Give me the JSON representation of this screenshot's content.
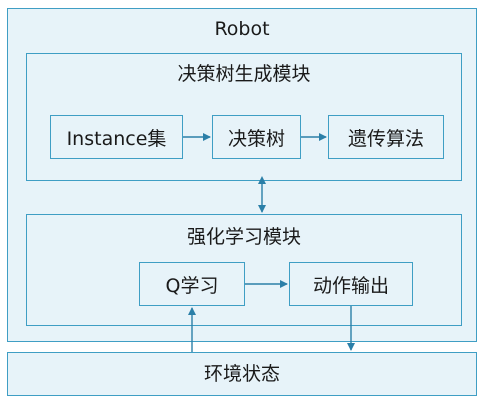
{
  "robot": {
    "title": "Robot"
  },
  "tree_module": {
    "title": "决策树生成模块",
    "steps": [
      "Instance集",
      "决策树",
      "遗传算法"
    ]
  },
  "rl_module": {
    "title": "强化学习模块",
    "steps": [
      "Q学习",
      "动作输出"
    ]
  },
  "environment": {
    "label": "环境状态"
  },
  "colors": {
    "border": "#3f9ec4",
    "fill": "#e7f3f9",
    "arrow": "#2b7fa8"
  }
}
